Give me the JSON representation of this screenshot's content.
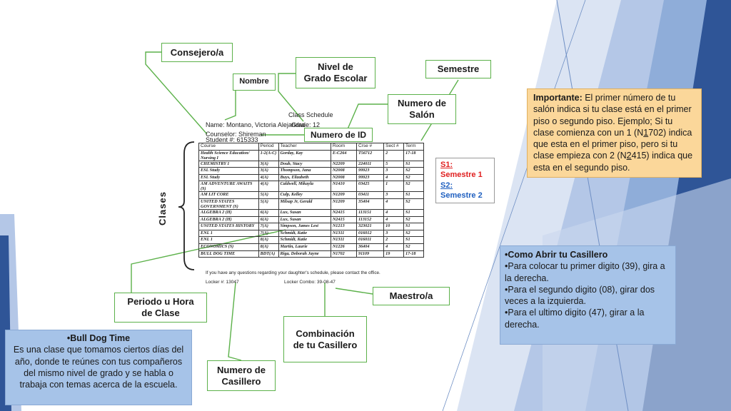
{
  "callouts": {
    "consejero": "Consejero/a",
    "nombre": "Nombre",
    "nivel": "Nivel de Grado Escolar",
    "semestre": "Semestre",
    "numero_salon": "Numero de Salón",
    "numero_id": "Numero de ID",
    "clases": "Clases",
    "maestro": "Maestro/a",
    "periodo": "Periodo u Hora de Clase",
    "combinacion": "Combinación de tu Casillero",
    "numero_casillero": "Numero de Casillero"
  },
  "document": {
    "title": "Class Schedule",
    "name_line": "Name: Montano, Victoria Alejandra",
    "grade_line": "Grade: 12",
    "counselor_line": "Counselor: Shireman",
    "student_line": "Student #: 615333",
    "headers": [
      "Course",
      "Period",
      "Teacher",
      "Room",
      "Crse #",
      "Sect #",
      "Term"
    ],
    "rows": [
      [
        "Health Science Education/ Nursing I",
        "1-2(A-C)",
        "Gorday, Kay",
        "E-C264",
        "T56712",
        "2",
        "17-18"
      ],
      [
        "CHEMISTRY 1",
        "3(A)",
        "Doub, Stacy",
        "N2209",
        "224011",
        "5",
        "S1"
      ],
      [
        "ESL Study",
        "3(A)",
        "Thompson, Jana",
        "N2008",
        "99923",
        "3",
        "S2"
      ],
      [
        "ESL Study",
        "4(A)",
        "Buys, Elizabeth",
        "N2008",
        "99923",
        "4",
        "S2"
      ],
      [
        "AM ADVENTURE AWAITS (S)",
        "4(A)",
        "Caldwell, Mikayla",
        "N1410",
        "03425",
        "1",
        "S2"
      ],
      [
        "AM LIT CORE",
        "5(A)",
        "Culp, Kelley",
        "N1209",
        "03411",
        "3",
        "S1"
      ],
      [
        "UNITED STATES GOVERNMENT (S)",
        "5(A)",
        "Milsap Jr, Gerald",
        "N1209",
        "35404",
        "4",
        "S2"
      ],
      [
        "ALGEBRA 2 (H)",
        "6(A)",
        "Lux, Susan",
        "N2415",
        "113151",
        "4",
        "S1"
      ],
      [
        "ALGEBRA 2 (H)",
        "6(A)",
        "Lux, Susan",
        "N2415",
        "113152",
        "4",
        "S2"
      ],
      [
        "UNITED STATES HISTORY",
        "7(A)",
        "Simpson, James Lest",
        "N1213",
        "323021",
        "10",
        "S1"
      ],
      [
        "ENL 1",
        "7(A)",
        "Schmidt, Katie",
        "N1311",
        "016012",
        "3",
        "S2"
      ],
      [
        "ENL 1",
        "8(A)",
        "Schmidt, Katie",
        "N1311",
        "016011",
        "2",
        "S1"
      ],
      [
        "ECONOMICS (S)",
        "8(A)",
        "Martin, Laurie",
        "N1226",
        "36404",
        "4",
        "S2"
      ],
      [
        "BULL DOG TIME",
        "BDT(A)",
        "Riga, Deborah Jayne",
        "N1702",
        "91109",
        "19",
        "17-18"
      ]
    ],
    "footer": "If you have any questions regarding your daughter's schedule, please contact the office.",
    "locker": "Locker #: 13047",
    "combo": "Locker Combo: 39-08-47"
  },
  "semestre_box": {
    "s1": "S1:",
    "s1_label": "Semestre 1",
    "s2": "S2:",
    "s2_label": "Semestre 2",
    "s1_color": "#e02020",
    "s2_color": "#2060c0"
  },
  "importante": {
    "title": "Importante:",
    "text_a": " El primer número de tu salón indica si tu clase está en el primer piso o segundo piso. Ejemplo; Si tu clase comienza con un 1 (N",
    "digit1": "1",
    "text_b": "702) indica que esta en el primer piso, pero si tu clase empieza con 2 (N",
    "digit2": "2",
    "text_c": "415) indica que esta en el segundo piso."
  },
  "casillero": {
    "line1": "•Como Abrir tu Casillero",
    "line2": "•Para colocar tu primer digito (39), gira a la derecha.",
    "line3": "•Para el segundo digito (08), girar dos veces a la izquierda.",
    "line4": "•Para el ultimo digito (47), girar a la derecha."
  },
  "bulldog": {
    "title": "•Bull Dog Time",
    "text": "Es una clase que tomamos ciertos días del año, donde te reúnes con tus compañeros del mismo nivel de grado y se habla o trabaja con temas acerca de la escuela."
  },
  "colors": {
    "callout_border": "#5cb14a",
    "note_yellow": "#fbd79a",
    "note_blue": "#a6c3e8",
    "bg_blue_dark": "#2f5597",
    "bg_blue_light": "#b4c7e7"
  }
}
